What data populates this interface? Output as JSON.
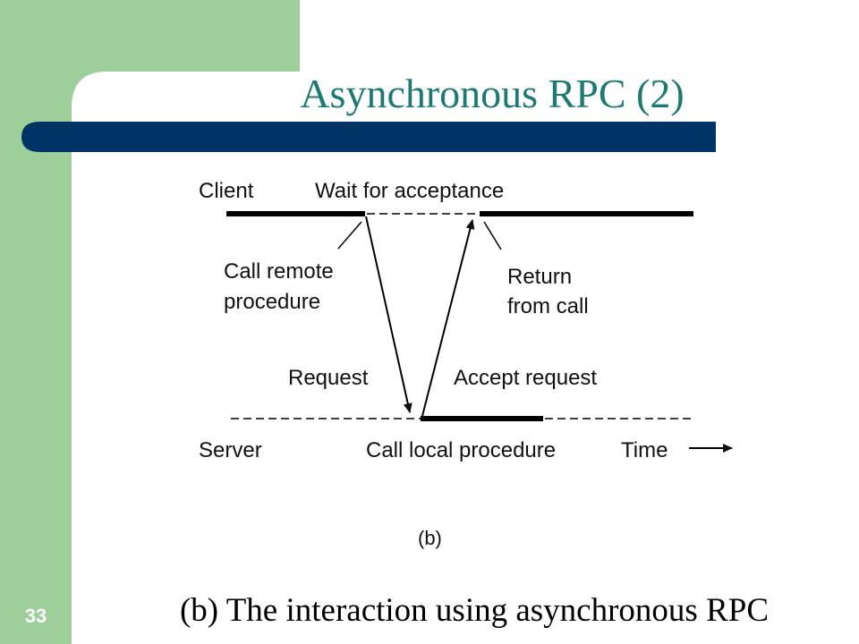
{
  "slide": {
    "title": "Asynchronous RPC (2)",
    "page_number": "33",
    "caption": "(b) The interaction using asynchronous RPC",
    "colors": {
      "side_band": "#9ecf9a",
      "header_bar": "#003366",
      "title": "#1d7a72"
    }
  },
  "diagram": {
    "client_label": "Client",
    "wait_label": "Wait for acceptance",
    "call_remote_label": [
      "Call remote",
      "procedure"
    ],
    "return_label": [
      "Return",
      "from call"
    ],
    "request_label": "Request",
    "accept_label": "Accept request",
    "server_label": "Server",
    "call_local_label": "Call local procedure",
    "time_label": "Time",
    "figure_label": "(b)"
  }
}
